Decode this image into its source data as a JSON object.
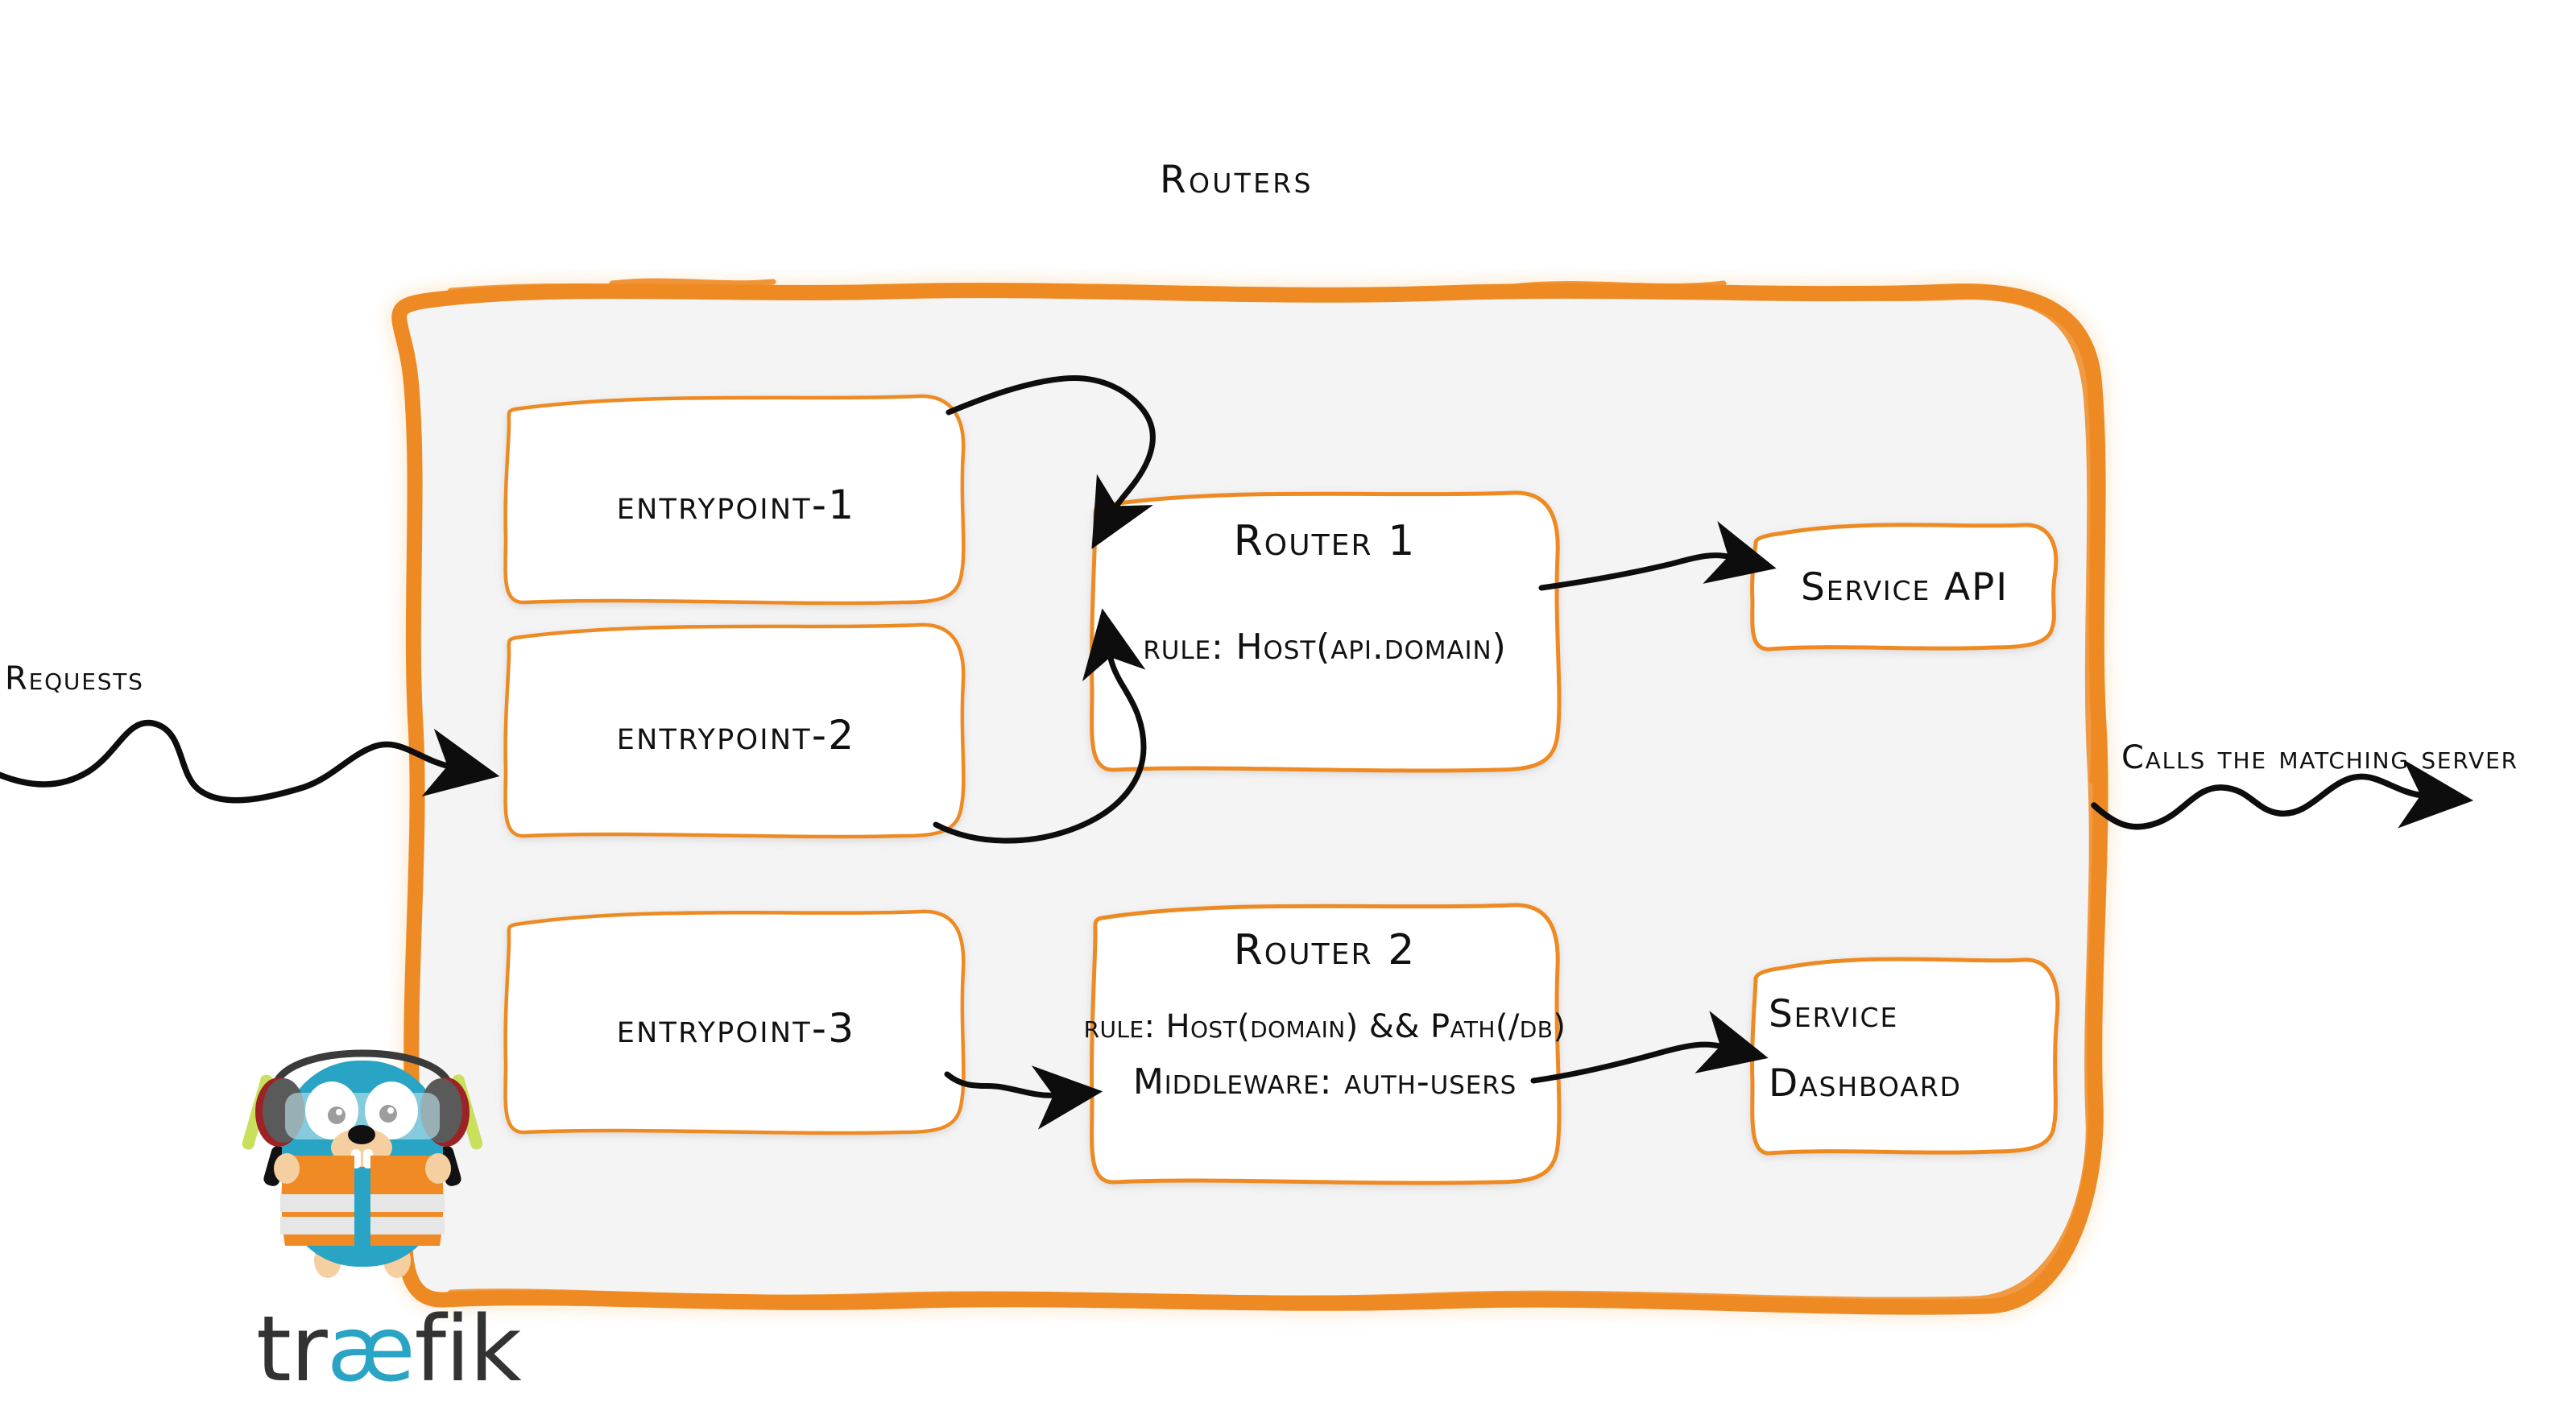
{
  "diagram": {
    "title": "Routers",
    "brand": "træfik",
    "colors": {
      "accent_orange": "#EE8A23",
      "container_fill": "#F4F4F4",
      "box_fill": "#FFFFFF",
      "ink": "#111111",
      "gopher_blue": "#29A4C4",
      "vest_orange": "#F08A24",
      "wand_green": "#C8E05C",
      "logo_dark": "#333333"
    }
  },
  "annotations": {
    "incoming": "Requests",
    "outgoing": "Calls the matching server"
  },
  "entrypoints": [
    {
      "label": "entrypoint-1"
    },
    {
      "label": "entrypoint-2"
    },
    {
      "label": "entrypoint-3"
    }
  ],
  "routers": [
    {
      "name": "Router 1",
      "rule": "rule: Host(api.domain)",
      "middleware": ""
    },
    {
      "name": "Router 2",
      "rule": "rule: Host(domain) && Path(/db)",
      "middleware": "Middleware: auth-users"
    }
  ],
  "services": [
    {
      "line1": "Service API",
      "line2": ""
    },
    {
      "line1": "Service",
      "line2": "Dashboard"
    }
  ],
  "arrows": [
    {
      "name": "requests-to-container",
      "from": "Requests",
      "to": "entrypoints"
    },
    {
      "name": "entrypoint-1-to-router-1",
      "from": "entrypoint-1",
      "to": "Router 1"
    },
    {
      "name": "entrypoint-2-to-router-1",
      "from": "entrypoint-2",
      "to": "Router 1"
    },
    {
      "name": "entrypoint-3-to-router-2",
      "from": "entrypoint-3",
      "to": "Router 2"
    },
    {
      "name": "router-1-to-service-api",
      "from": "Router 1",
      "to": "Service API"
    },
    {
      "name": "router-2-to-service-dashboard",
      "from": "Router 2",
      "to": "Service Dashboard"
    },
    {
      "name": "container-to-matching-server",
      "from": "Routers",
      "to": "Calls the matching server"
    }
  ]
}
